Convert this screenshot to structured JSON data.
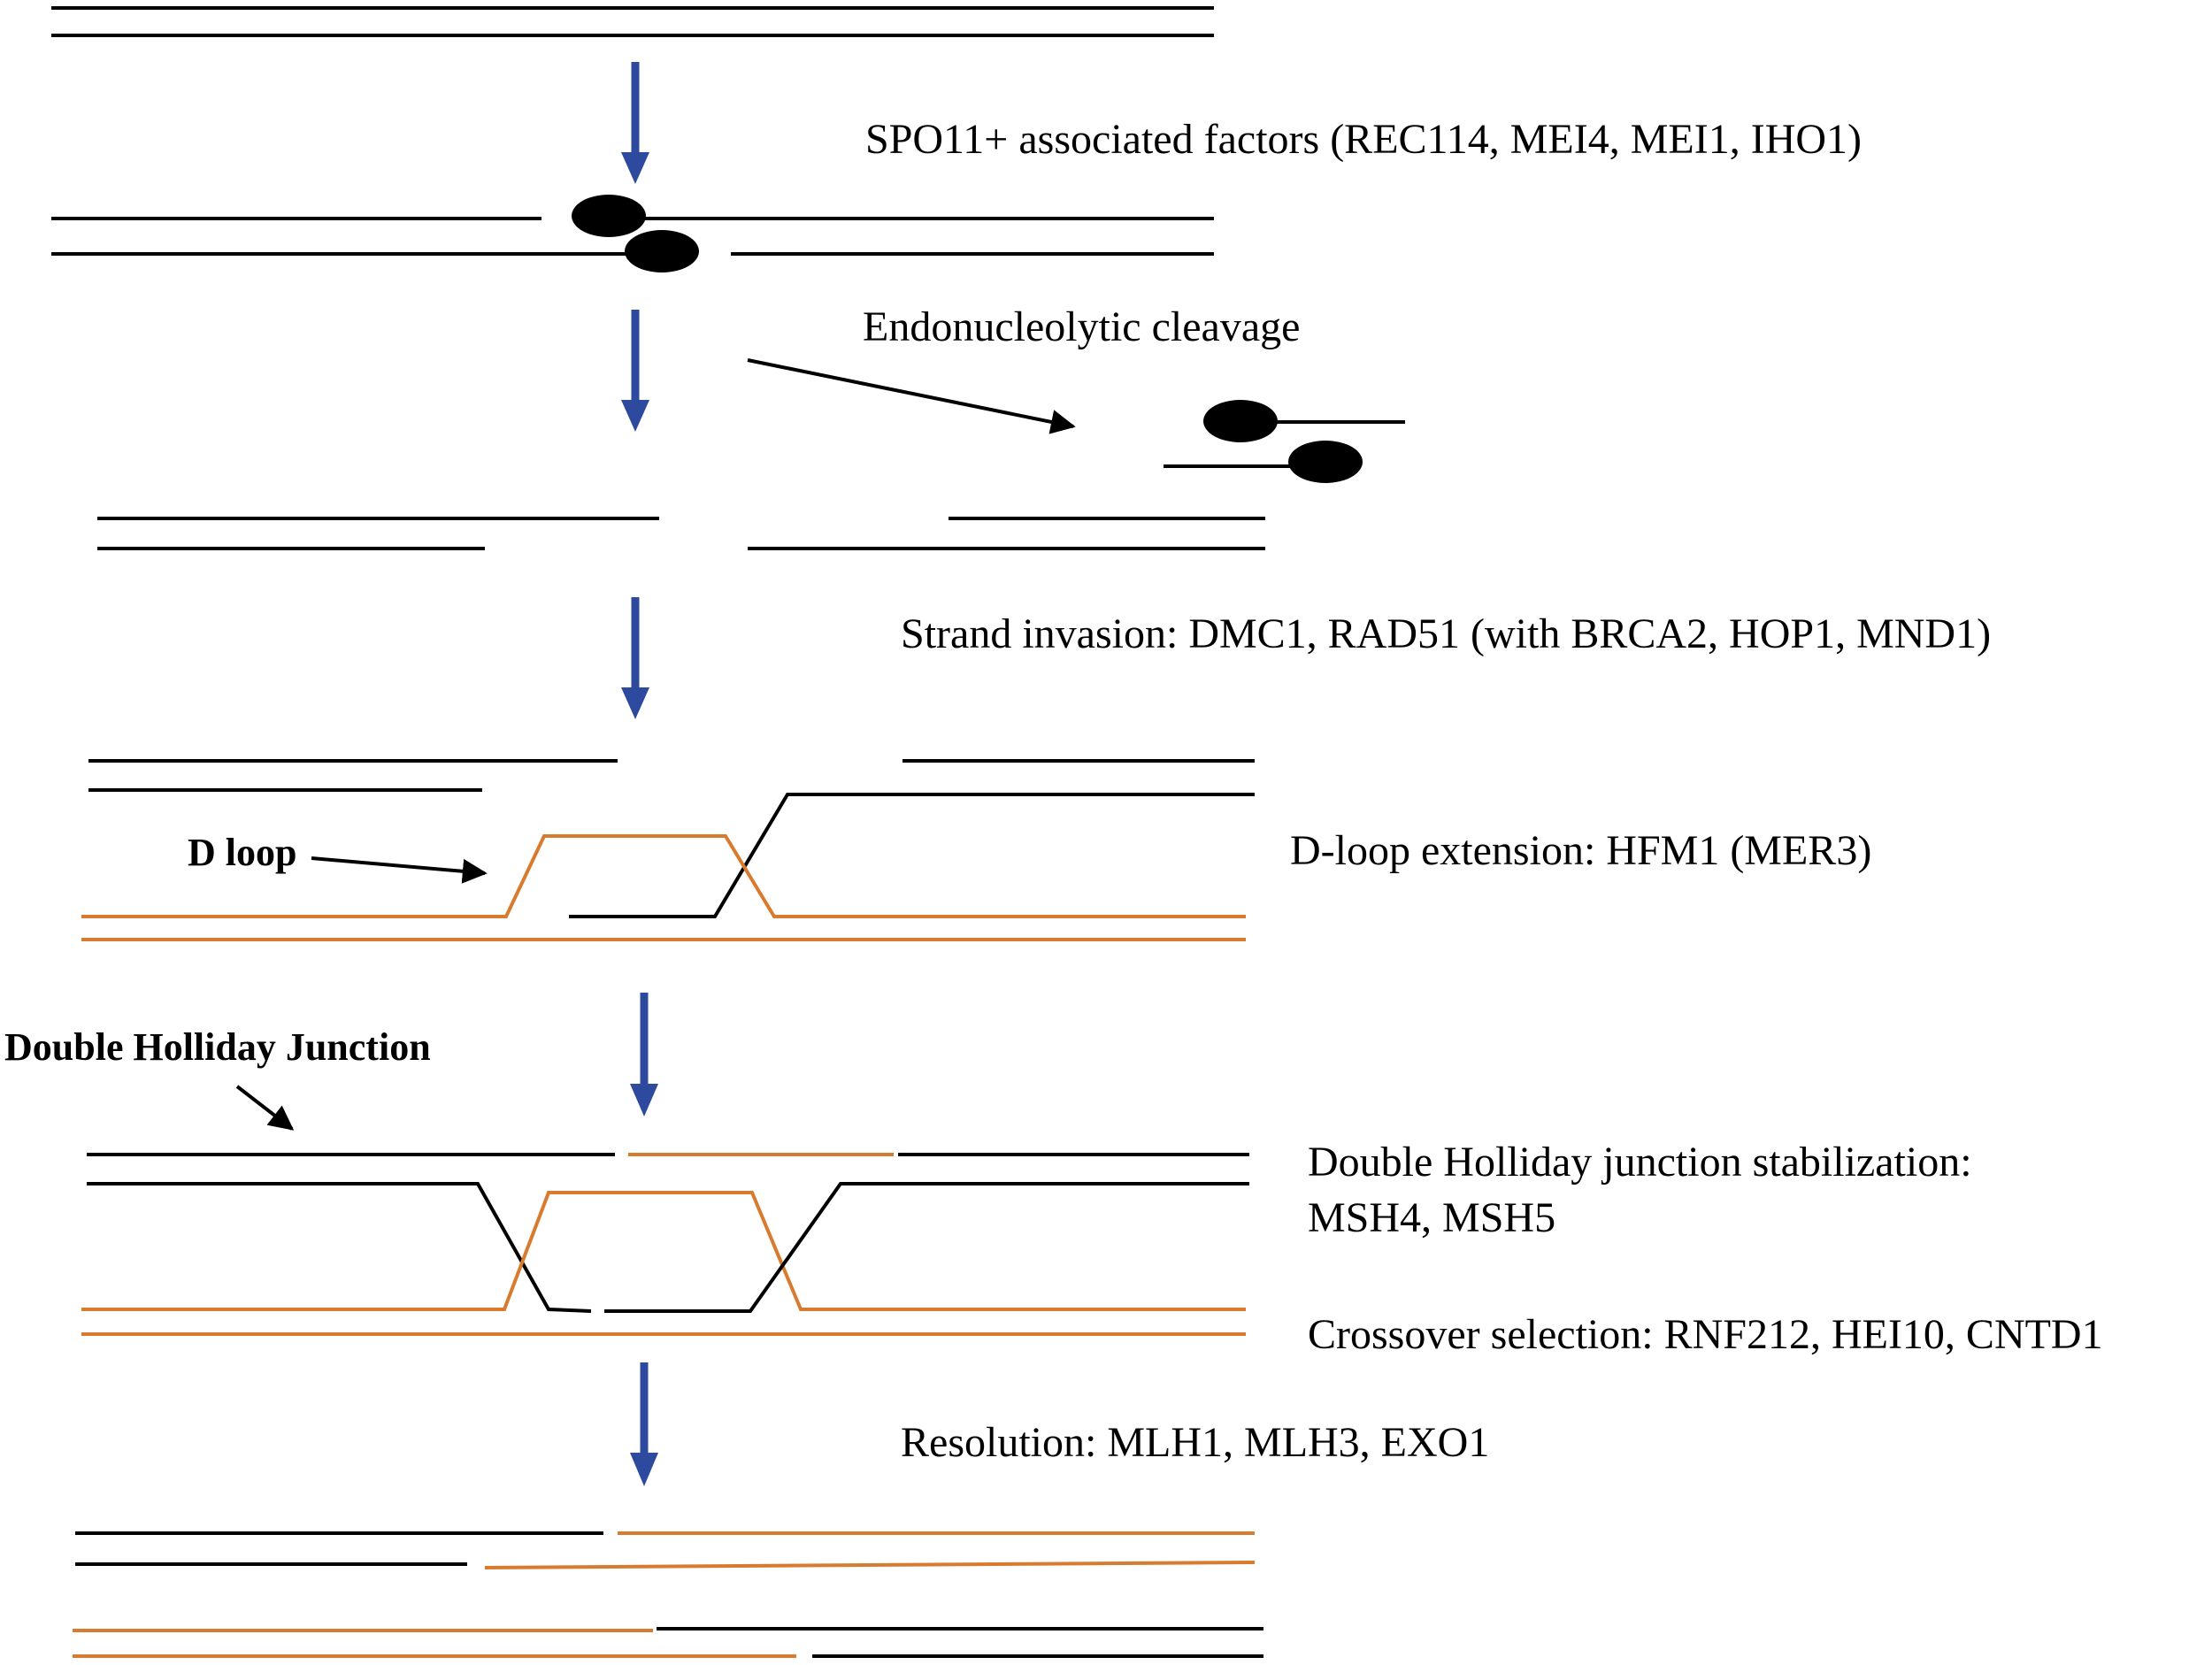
{
  "colors": {
    "dna_black": "#000000",
    "dna_orange": "#D97B2E",
    "step_arrow_blue": "#2E4A9E",
    "pointer_black": "#000000"
  },
  "labels": {
    "spo11": "SPO11+ associated factors (REC114, MEI4, MEI1, IHO1)",
    "cleavage": "Endonucleolytic cleavage",
    "strand_invasion": "Strand invasion: DMC1, RAD51 (with BRCA2, HOP1, MND1)",
    "dloop_extension": "D-loop extension: HFM1 (MER3)",
    "dloop": "D loop",
    "dhj": "Double Holliday Junction",
    "dhj_stab_line1": "Double Holliday junction stabilization:",
    "dhj_stab_line2": "MSH4, MSH5",
    "crossover": "Crossover selection: RNF212, HEI10, CNTD1",
    "resolution": "Resolution: MLH1, MLH3, EXO1"
  }
}
